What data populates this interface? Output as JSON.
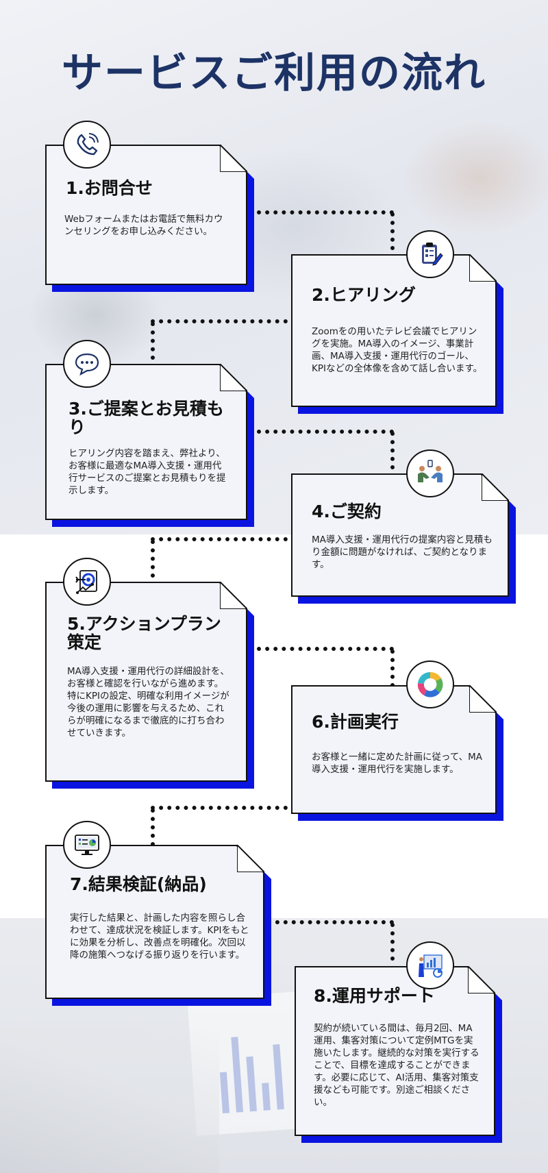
{
  "title": "サービスご利用の流れ",
  "colors": {
    "title": "#1d3366",
    "shadow": "#0a14e0",
    "card_bg": "#f3f4fa",
    "border": "#111111"
  },
  "steps": [
    {
      "title": "1.お問合せ",
      "desc": "Webフォームまたはお電話で無料カウンセリングをお申し込みください。",
      "icon": "phone-icon"
    },
    {
      "title": "2.ヒアリング",
      "desc": "Zoomをの用いたテレビ会議でヒアリングを実施。MA導入のイメージ、事業計画、MA導入支援・運用代行のゴール、KPIなどの全体像を含めて話し合います。",
      "icon": "clipboard-icon"
    },
    {
      "title": "3.ご提案とお見積もり",
      "desc": "ヒアリング内容を踏まえ、弊社より、お客様に最適なMA導入支援・運用代行サービスのご提案とお見積もりを提示します。",
      "icon": "chat-bubble-icon"
    },
    {
      "title": "4.ご契約",
      "desc": "MA導入支援・運用代行の提案内容と見積もり金額に問題がなければ、ご契約となります。",
      "icon": "handshake-icon"
    },
    {
      "title": "5.アクションプラン策定",
      "desc": "MA導入支援・運用代行の詳細設計を、お客様と確認を行いながら進めます。特にKPIの設定、明確な利用イメージが今後の運用に影響を与えるため、これらが明確になるまで徹底的に打ち合わせていきます。",
      "icon": "target-icon"
    },
    {
      "title": "6.計画実行",
      "desc": "お客様と一緒に定めた計画に従って、MA導入支援・運用代行を実施します。",
      "icon": "cycle-icon"
    },
    {
      "title": "7.結果検証(納品)",
      "desc": "実行した結果と、計画した内容を照らし合わせて、達成状況を検証します。KPIをもとに効果を分析し、改善点を明確化。次回以降の施策へつなげる振り返りを行います。",
      "icon": "monitor-chart-icon"
    },
    {
      "title": "8.運用サポート",
      "desc": "契約が続いている間は、毎月2回、MA運用、集客対策について定例MTGを実施いたします。継続的な対策を実行することで、目標を達成することができます。必要に応じて、AI活用、集客対策支援なども可能です。別途ご相談ください。",
      "icon": "support-analytics-icon"
    }
  ]
}
